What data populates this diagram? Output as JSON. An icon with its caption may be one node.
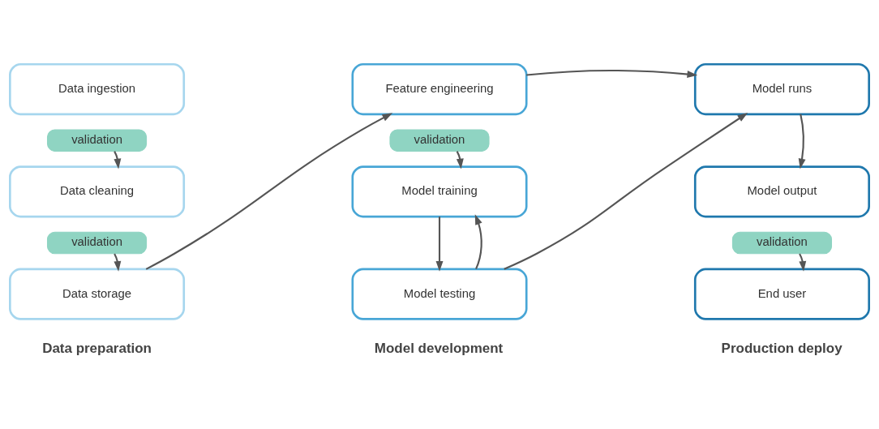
{
  "diagram": {
    "nodes": [
      {
        "text": [
          "Data ingestion"
        ]
      },
      {
        "text": [
          "validation"
        ]
      },
      {
        "text": [
          "Data cleaning"
        ]
      },
      {
        "text": [
          "validation"
        ]
      },
      {
        "text": [
          "Data storage"
        ]
      },
      {
        "text": [
          "Feature engineering"
        ]
      },
      {
        "text": [
          "validation"
        ]
      },
      {
        "text": [
          "Model training"
        ]
      },
      {
        "text": [
          "Model testing"
        ]
      },
      {
        "text": [
          "Model runs"
        ]
      },
      {
        "text": [
          "Model output"
        ]
      },
      {
        "text": [
          "validation"
        ]
      },
      {
        "text": [
          "End user"
        ]
      }
    ],
    "edges": [
      {
        "from": 1,
        "to": 2,
        "arrow": "to"
      },
      {
        "from": 3,
        "to": 4,
        "arrow": "to"
      },
      {
        "from": 4,
        "to": 5,
        "arrow": "to"
      },
      {
        "from": 6,
        "to": 7,
        "arrow": "to"
      },
      {
        "from": 7,
        "to": 8,
        "arrow": "to"
      },
      {
        "from": 8,
        "to": 7,
        "arrow": "to"
      },
      {
        "from": 5,
        "to": 9,
        "arrow": "to"
      },
      {
        "from": 8,
        "to": 9,
        "arrow": "to"
      },
      {
        "from": 9,
        "to": 10,
        "arrow": "to"
      },
      {
        "from": 11,
        "to": 12,
        "arrow": "to"
      }
    ],
    "labels": [
      "Data preparation",
      "Model development",
      "Production deploy"
    ]
  }
}
